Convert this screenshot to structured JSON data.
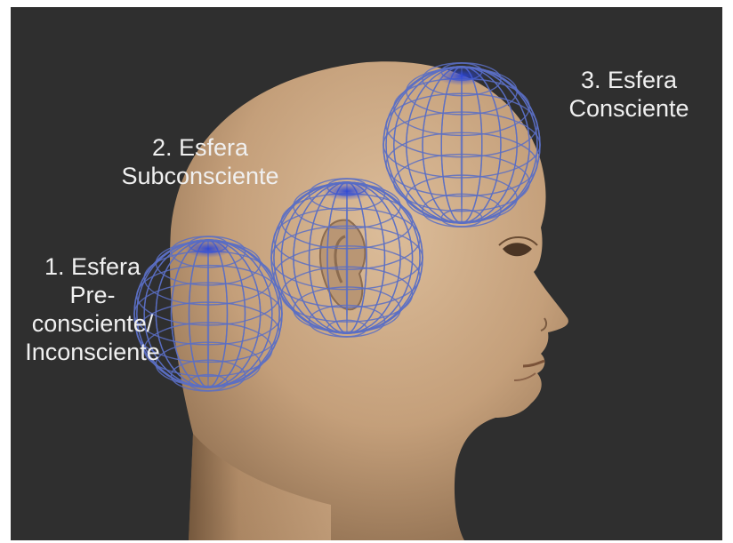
{
  "spheres": [
    {
      "number": "1.",
      "lines": [
        "1. Esfera",
        "Pre-",
        "consciente/",
        "Inconsciente"
      ]
    },
    {
      "number": "2.",
      "lines": [
        "2. Esfera",
        "Subconsciente"
      ]
    },
    {
      "number": "3.",
      "lines": [
        "3. Esfera",
        "Consciente"
      ]
    }
  ],
  "colors": {
    "background": "#2f2f2f",
    "skin": "#c8a582",
    "grid": "#5b6fc4",
    "label": "#f0f0f0"
  }
}
